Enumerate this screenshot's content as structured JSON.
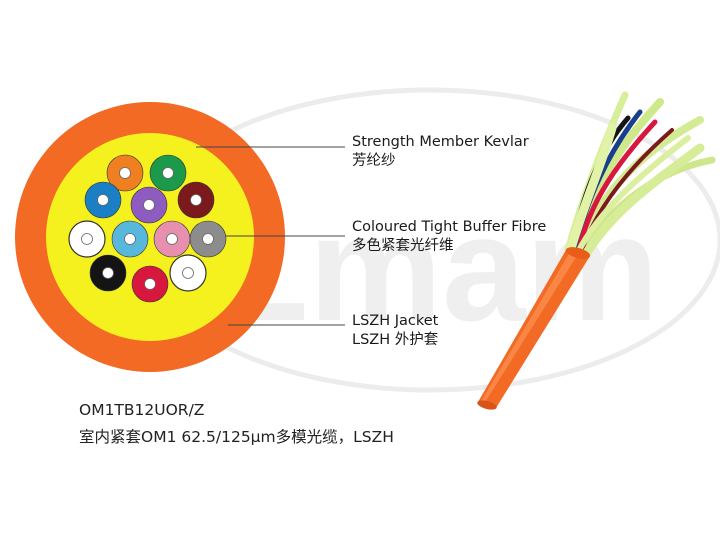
{
  "watermark": {
    "text": "Lmam"
  },
  "cable_diagram": {
    "jacket_color": "#f26a24",
    "filler_color": "#f5f11e",
    "fibres": [
      {
        "name": "orange",
        "color": "#f07f22"
      },
      {
        "name": "green",
        "color": "#1a9a4a"
      },
      {
        "name": "blue",
        "color": "#1a7fc4"
      },
      {
        "name": "violet",
        "color": "#8e5cc0"
      },
      {
        "name": "brown",
        "color": "#7a1a1c"
      },
      {
        "name": "white",
        "color": "#ffffff"
      },
      {
        "name": "aqua",
        "color": "#58b8dc"
      },
      {
        "name": "rose",
        "color": "#e78fae"
      },
      {
        "name": "slate",
        "color": "#8c8c8c"
      },
      {
        "name": "black",
        "color": "#141414"
      },
      {
        "name": "red",
        "color": "#d8173f"
      },
      {
        "name": "white",
        "color": "#ffffff"
      }
    ]
  },
  "labels": {
    "strength_member": {
      "en": "Strength Member Kevlar",
      "zh": "芳纶纱"
    },
    "tight_buffer": {
      "en": "Coloured Tight Buffer Fibre",
      "zh": "多色紧套光纤维"
    },
    "jacket": {
      "en": "LSZH Jacket",
      "zh": "LSZH 外护套"
    }
  },
  "product": {
    "code": "OM1TB12UOR/Z",
    "description": "室内紧套OM1 62.5/125μm多模光缆，LSZH"
  }
}
